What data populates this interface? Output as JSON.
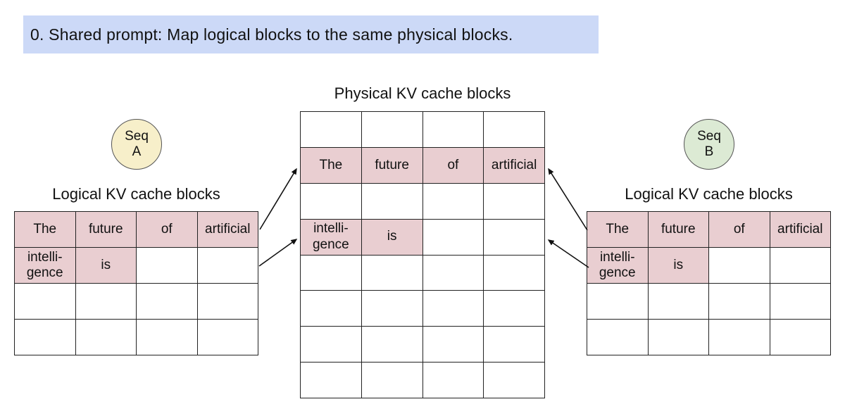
{
  "banner": {
    "text": "0. Shared prompt: Map logical blocks to the same physical blocks."
  },
  "colors": {
    "banner_bg": "#ccd9f7",
    "cell_pink": "#e9ced1",
    "seq_a_bg": "#f7efca",
    "seq_b_bg": "#dcead4",
    "border": "#222222"
  },
  "seq_a": {
    "line1": "Seq",
    "line2": "A"
  },
  "seq_b": {
    "line1": "Seq",
    "line2": "B"
  },
  "physical": {
    "title": "Physical KV cache blocks",
    "rows": [
      [
        {
          "text": "",
          "highlight": false
        },
        {
          "text": "",
          "highlight": false
        },
        {
          "text": "",
          "highlight": false
        },
        {
          "text": "",
          "highlight": false
        }
      ],
      [
        {
          "text": "The",
          "highlight": true
        },
        {
          "text": "future",
          "highlight": true
        },
        {
          "text": "of",
          "highlight": true
        },
        {
          "text": "artificial",
          "highlight": true
        }
      ],
      [
        {
          "text": "",
          "highlight": false
        },
        {
          "text": "",
          "highlight": false
        },
        {
          "text": "",
          "highlight": false
        },
        {
          "text": "",
          "highlight": false
        }
      ],
      [
        {
          "text": "intelli-\ngence",
          "highlight": true
        },
        {
          "text": "is",
          "highlight": true
        },
        {
          "text": "",
          "highlight": false
        },
        {
          "text": "",
          "highlight": false
        }
      ],
      [
        {
          "text": "",
          "highlight": false
        },
        {
          "text": "",
          "highlight": false
        },
        {
          "text": "",
          "highlight": false
        },
        {
          "text": "",
          "highlight": false
        }
      ],
      [
        {
          "text": "",
          "highlight": false
        },
        {
          "text": "",
          "highlight": false
        },
        {
          "text": "",
          "highlight": false
        },
        {
          "text": "",
          "highlight": false
        }
      ],
      [
        {
          "text": "",
          "highlight": false
        },
        {
          "text": "",
          "highlight": false
        },
        {
          "text": "",
          "highlight": false
        },
        {
          "text": "",
          "highlight": false
        }
      ],
      [
        {
          "text": "",
          "highlight": false
        },
        {
          "text": "",
          "highlight": false
        },
        {
          "text": "",
          "highlight": false
        },
        {
          "text": "",
          "highlight": false
        }
      ]
    ]
  },
  "left_logical": {
    "title": "Logical KV cache blocks",
    "rows": [
      [
        {
          "text": "The",
          "highlight": true
        },
        {
          "text": "future",
          "highlight": true
        },
        {
          "text": "of",
          "highlight": true
        },
        {
          "text": "artificial",
          "highlight": true
        }
      ],
      [
        {
          "text": "intelli-\ngence",
          "highlight": true
        },
        {
          "text": "is",
          "highlight": true
        },
        {
          "text": "",
          "highlight": false
        },
        {
          "text": "",
          "highlight": false
        }
      ],
      [
        {
          "text": "",
          "highlight": false
        },
        {
          "text": "",
          "highlight": false
        },
        {
          "text": "",
          "highlight": false
        },
        {
          "text": "",
          "highlight": false
        }
      ],
      [
        {
          "text": "",
          "highlight": false
        },
        {
          "text": "",
          "highlight": false
        },
        {
          "text": "",
          "highlight": false
        },
        {
          "text": "",
          "highlight": false
        }
      ]
    ]
  },
  "right_logical": {
    "title": "Logical KV cache blocks",
    "rows": [
      [
        {
          "text": "The",
          "highlight": true
        },
        {
          "text": "future",
          "highlight": true
        },
        {
          "text": "of",
          "highlight": true
        },
        {
          "text": "artificial",
          "highlight": true
        }
      ],
      [
        {
          "text": "intelli-\ngence",
          "highlight": true
        },
        {
          "text": "is",
          "highlight": true
        },
        {
          "text": "",
          "highlight": false
        },
        {
          "text": "",
          "highlight": false
        }
      ],
      [
        {
          "text": "",
          "highlight": false
        },
        {
          "text": "",
          "highlight": false
        },
        {
          "text": "",
          "highlight": false
        },
        {
          "text": "",
          "highlight": false
        }
      ],
      [
        {
          "text": "",
          "highlight": false
        },
        {
          "text": "",
          "highlight": false
        },
        {
          "text": "",
          "highlight": false
        },
        {
          "text": "",
          "highlight": false
        }
      ]
    ]
  },
  "mappings": [
    "seq A logical block 0 -> physical block row 2",
    "seq A logical block 1 -> physical block row 4",
    "seq B logical block 0 -> physical block row 2",
    "seq B logical block 1 -> physical block row 4"
  ]
}
